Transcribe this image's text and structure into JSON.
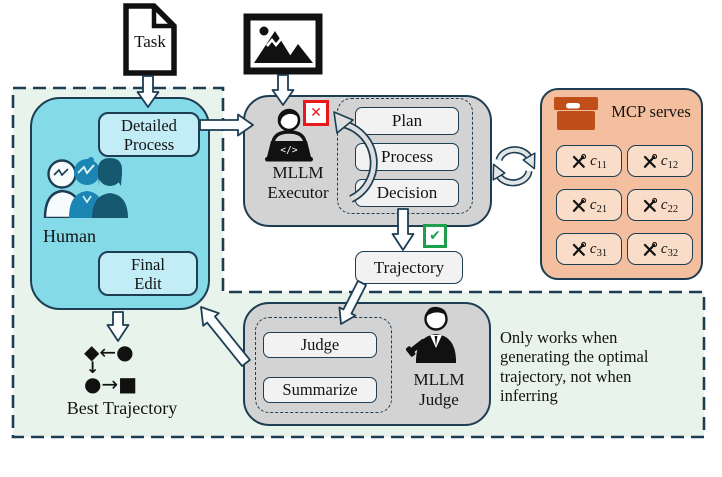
{
  "task": {
    "label": "Task"
  },
  "human": {
    "label": "Human",
    "detailed_process_label": "Detailed Process",
    "final_edit_label": "Final Edit"
  },
  "executor": {
    "label": "MLLM Executor",
    "steps": [
      "Plan",
      "Process",
      "Decision"
    ],
    "laptop_glyph": "</>",
    "fail_glyph": "✕"
  },
  "trajectory": {
    "label": "Trajectory",
    "success_glyph": "✔"
  },
  "mcp": {
    "title": "MCP serves",
    "tools": [
      {
        "name": "c",
        "sub": "11"
      },
      {
        "name": "c",
        "sub": "12"
      },
      {
        "name": "c",
        "sub": "21"
      },
      {
        "name": "c",
        "sub": "22"
      },
      {
        "name": "c",
        "sub": "31"
      },
      {
        "name": "c",
        "sub": "32"
      }
    ]
  },
  "judge": {
    "label": "MLLM Judge",
    "steps": [
      "Judge",
      "Summarize"
    ]
  },
  "best_trajectory": {
    "label": "Best Trajectory",
    "glyph_row1": "◆←●",
    "glyph_arrow": "↓",
    "glyph_row2": "●→■"
  },
  "note": {
    "text": "Only works when generating the optimal trajectory, not when inferring"
  },
  "colors": {
    "outline_navy": "#1d3d52",
    "region_green": "#e8f4eb",
    "human_cyan": "#85dae8",
    "human_sub_cyan": "#c3edf6",
    "model_gray": "#d3d3d4",
    "step_gray": "#f2f2f2",
    "mcp_salmon": "#f4bf9e",
    "chip_peach": "#f9ddc8",
    "toolbox_orange": "#bf4e19",
    "error_red": "#e8191b",
    "success_green": "#1ca04c"
  }
}
